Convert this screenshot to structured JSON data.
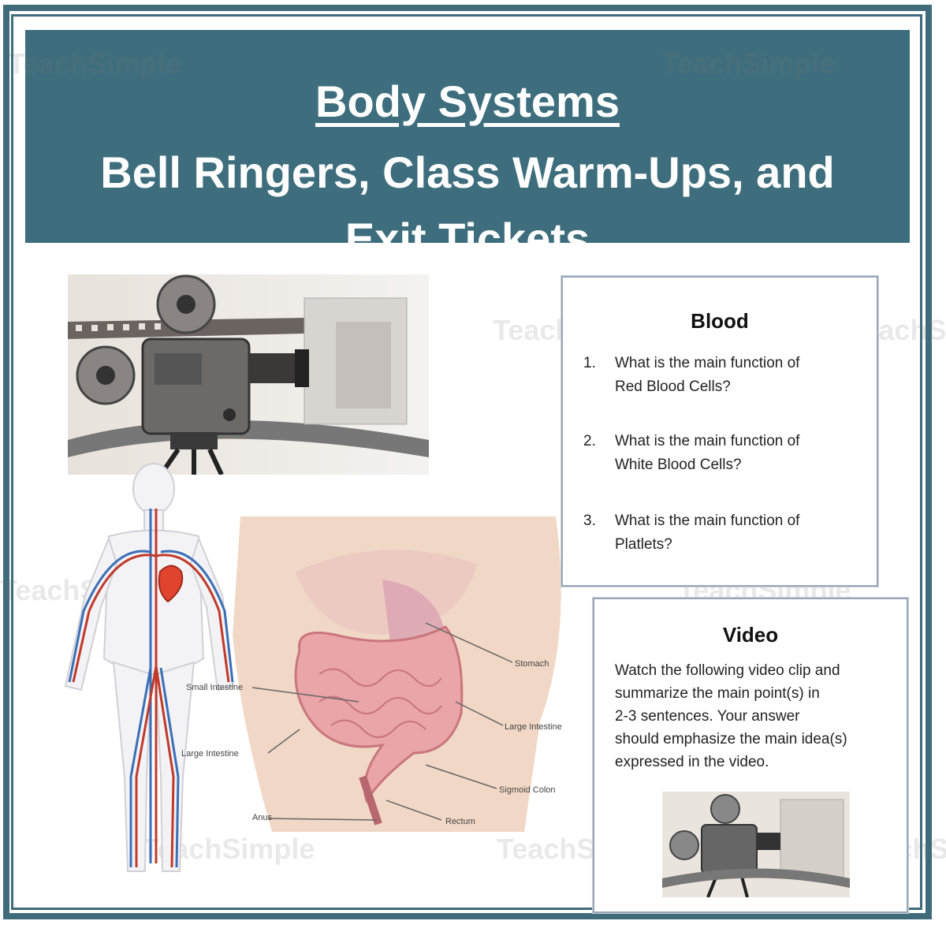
{
  "banner": {
    "title": "Body Systems",
    "subtitle_line1": "Bell Ringers, Class Warm-Ups, and",
    "subtitle_line2": "Exit Tickets"
  },
  "watermark": "TeachSimple",
  "blood_card": {
    "title": "Blood",
    "questions": [
      {
        "num": "1.",
        "line1": "What is the main function of",
        "line2": "Red Blood Cells?"
      },
      {
        "num": "2.",
        "line1": "What is the main function of",
        "line2": "White Blood Cells?"
      },
      {
        "num": "3.",
        "line1": "What is the main function of",
        "line2": "Platlets?"
      }
    ]
  },
  "video_card": {
    "title": "Video",
    "lines": [
      "Watch the following video clip and",
      "summarize the main point(s) in",
      "2-3 sentences. Your answer",
      "should emphasize the main idea(s)",
      "expressed in the video."
    ]
  },
  "diagram_labels": {
    "stomach": "Stomach",
    "large_intestine_right": "Large Intestine",
    "large_intestine_left": "Large Intestine",
    "small_intestine": "Small Intestine",
    "sigmoid_colon": "Sigmoid Colon",
    "rectum": "Rectum",
    "anus": "Anus"
  },
  "colors": {
    "banner": "#3e6e7d",
    "frame": "#3f6b7b",
    "artery": "#c0392b",
    "vein": "#3b6fb6"
  }
}
